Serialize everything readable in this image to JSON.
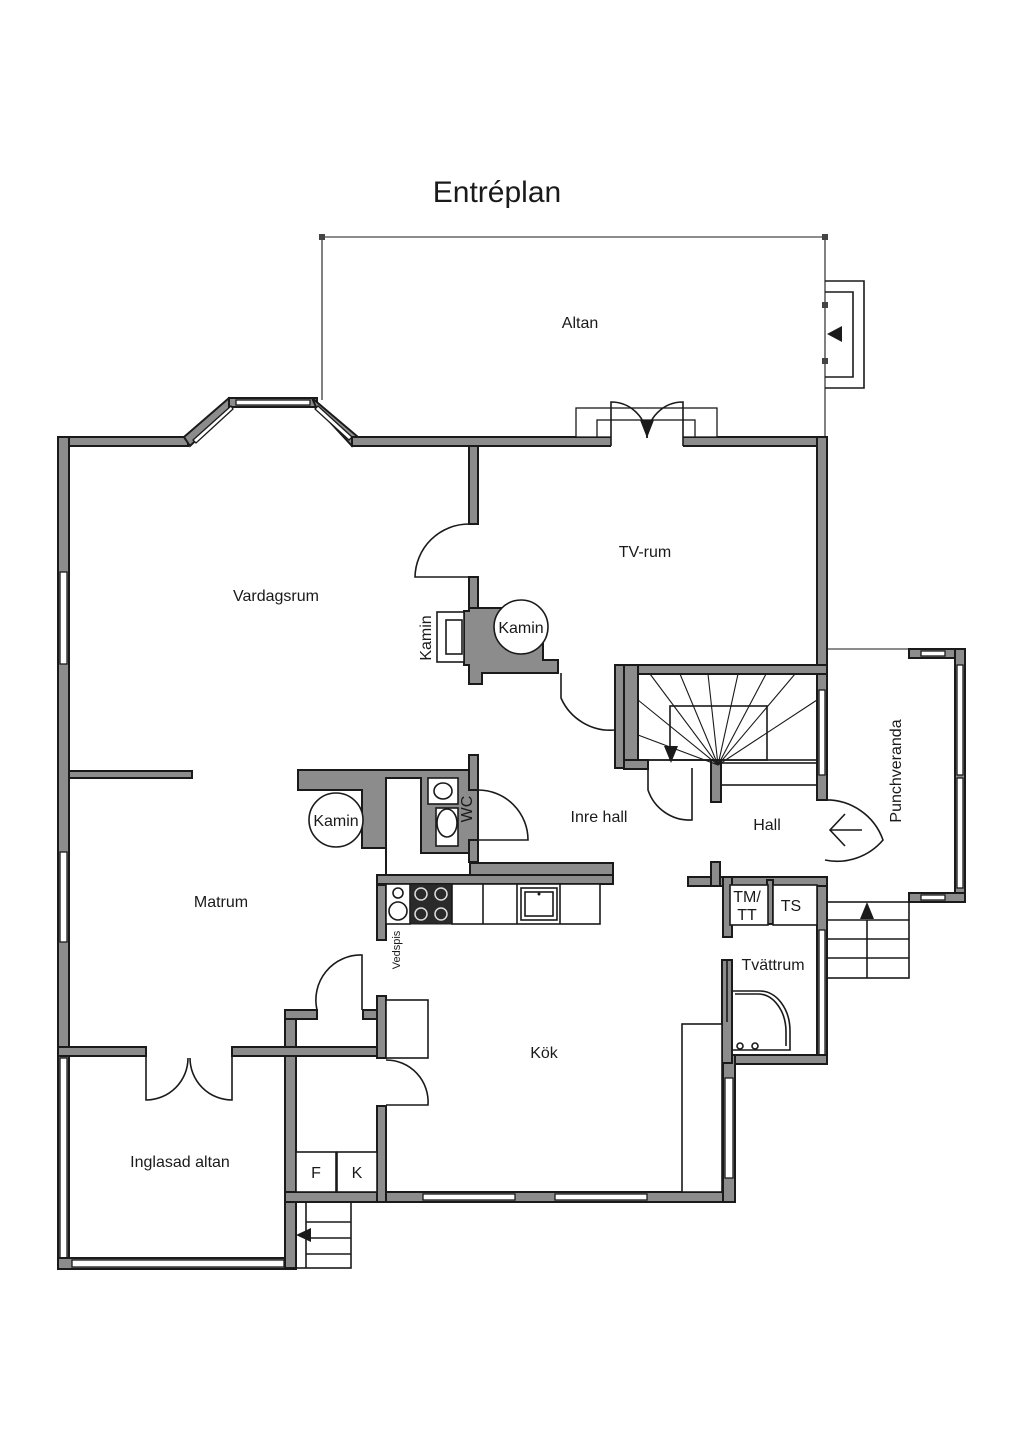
{
  "title": "Entréplan",
  "rooms": {
    "altan": "Altan",
    "tv_rum": "TV-rum",
    "vardagsrum": "Vardagsrum",
    "kamin": "Kamin",
    "inre_hall": "Inre hall",
    "hall": "Hall",
    "punchveranda": "Punchveranda",
    "wc": "WC",
    "matrum": "Matrum",
    "vedspis": "Vedspis",
    "tm_tt_line1": "TM/",
    "tm_tt_line2": "TT",
    "ts": "TS",
    "tvattrum": "Tvättrum",
    "kok": "Kök",
    "inglasad_altan": "Inglasad altan",
    "f": "F",
    "k": "K"
  },
  "colors": {
    "wall": "#8c8c8c",
    "line": "#1a1a1a",
    "background": "#ffffff"
  }
}
